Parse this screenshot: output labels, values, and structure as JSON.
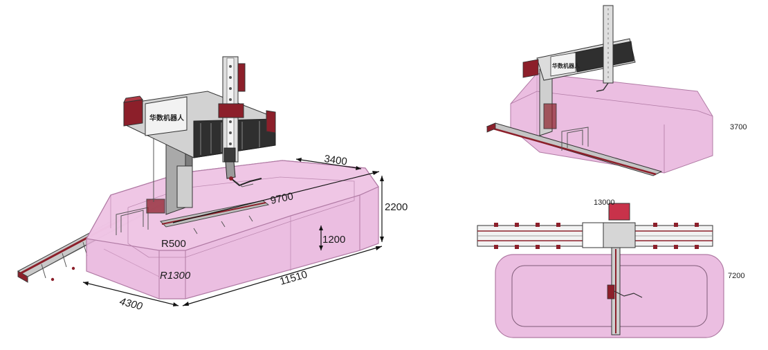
{
  "colors": {
    "envelope_fill": "#e7b3dc",
    "envelope_stroke": "#b07aa4",
    "robot_red": "#8c1f2a",
    "steel_grey": "#b8b8b8",
    "dark_steel": "#3c3c3c",
    "dim_line": "#111111"
  },
  "main_view": {
    "brand_label": "华数机器人",
    "dims": {
      "top_width": "3400",
      "top_length": "9700",
      "total_height": "2200",
      "wall_height": "1200",
      "inner_radius": "R500",
      "outer_radius": "R1300",
      "base_length": "11510",
      "base_width": "4300"
    }
  },
  "side_view": {
    "brand_label": "华数机器人",
    "dims": {
      "height": "3700"
    }
  },
  "top_view": {
    "dims": {
      "length": "13000",
      "width": "7200"
    }
  }
}
